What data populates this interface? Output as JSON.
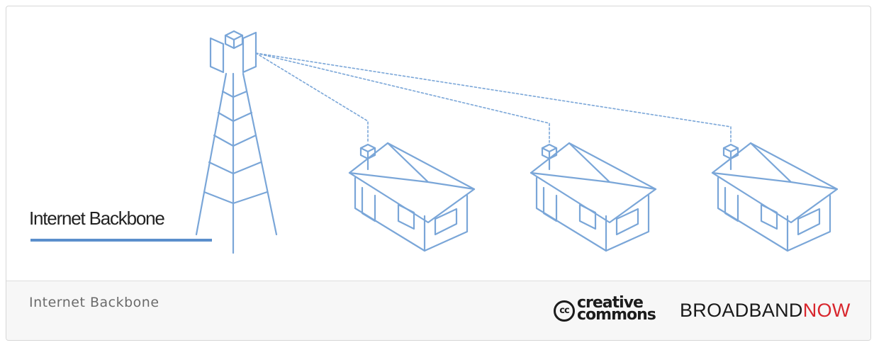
{
  "diagram": {
    "label": "Internet Backbone",
    "houses": [
      {
        "name": "house-1"
      },
      {
        "name": "house-2"
      },
      {
        "name": "house-3"
      }
    ]
  },
  "footer": {
    "caption": "Internet Backbone",
    "license": {
      "symbol": "cc",
      "line1": "creative",
      "line2": "commons"
    },
    "brand": {
      "part1": "BROADBAND",
      "part2": "NOW"
    }
  },
  "colors": {
    "line": "#7aa6d8",
    "label_underline": "#5b8fcc",
    "footer_bg": "#f7f7f7",
    "brand_accent": "#d8262d"
  }
}
